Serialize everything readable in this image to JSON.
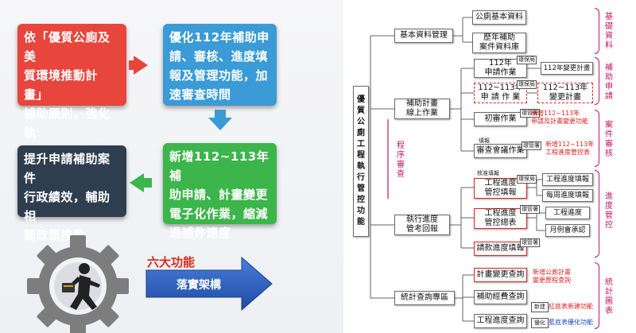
{
  "left": {
    "box1": "依「優質公廁及美\n質環境推動計畫」\n補助原則，強化執\n行管控功能",
    "box2": "優化112年補助申\n請、審核、進度填\n報及管理功能，加\n速審查時間",
    "box3": "新增112~113年補\n助申請、計畫變更\n電子化作業，縮減\n退補件速度",
    "box4": "提升申請補助案件\n行政績效，輔助相\n關政策推動",
    "six_functions": "六大功能",
    "arrow_label": "落實架構",
    "colors": {
      "red": "#e8453c",
      "blue": "#3a9bd6",
      "green": "#3cb54a",
      "navy": "#2e3e4f"
    }
  },
  "diagram": {
    "root": "優\n質\n公\n廁\n工\n程\n執\n行\n管\n控\n功\n能",
    "basic": "基本資料管理",
    "basic_a": "公廁基本資料",
    "basic_b": "歷年補助\n案件資料庫",
    "apply": "補助計畫\n線上作業",
    "apply_112": "112年\n申請作業",
    "apply_112_r": "112年變更計畫",
    "apply_113": "112~113年\n申 請 作 業",
    "apply_113_r": "112~113年\n變更計畫",
    "review_first": "初審作業",
    "review_meeting": "審查會議作業",
    "program": "程\n序\n審\n查",
    "exec": "執行進度\n管考回報",
    "exec_a": "工程進度\n管控填報",
    "exec_a1": "工程進度填報",
    "exec_a2": "每周進度填報",
    "exec_b": "工程進度\n管控總表",
    "exec_b1": "工程進度",
    "exec_b2": "月例會承認",
    "exec_c": "請款進度填報",
    "stats": "統計查詢專區",
    "stats_a": "計畫變更查詢",
    "stats_b": "補助經費查詢",
    "stats_c": "工程進度查詢",
    "tag_county": "環保局",
    "tag_admin": "環管署",
    "tag_doc": "填報",
    "tag_fill": "核准填報",
    "note_new_apply": "新增112~113年\n申請及計畫變更功能",
    "note_new_table": "新增112~113年\n工程進度管控表",
    "note_new_query": "新增公廁計畫\n變更歷程查詢",
    "legend_new": "新建",
    "legend_new_text": "紅底表新建功能",
    "legend_opt": "優化",
    "legend_opt_text": "藍底表優化功能",
    "br_basic": "基\n礎\n資\n料",
    "br_apply": "補\n助\n申\n請",
    "br_case": "案\n件\n審\n核",
    "br_progress": "進\n度\n管\n控",
    "br_stats": "統\n計\n圖\n表"
  }
}
